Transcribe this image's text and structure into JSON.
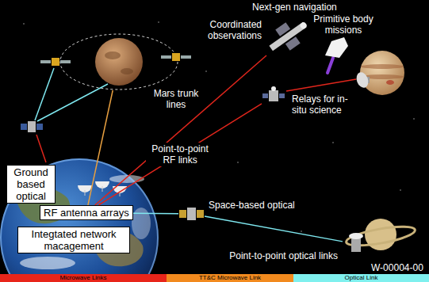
{
  "diagram": {
    "nodes": [
      {
        "text": [
          "Mars trunk lines"
        ]
      },
      {
        "text": [
          "Coordinated observations"
        ]
      },
      {
        "text": [
          "Primitive body missions"
        ]
      },
      {
        "text": [
          "Relays for in-situ science"
        ]
      },
      {
        "text": [
          "Ground based optical"
        ]
      },
      {
        "text": [
          "RF antenna arrays"
        ]
      },
      {
        "text": [
          "Integtated network macagement"
        ]
      },
      {
        "text": [
          "Space-based optical"
        ]
      },
      {
        "text": [
          "Point-to-point optical links"
        ]
      }
    ],
    "edges": [
      {
        "from": 5,
        "to": 0,
        "arrow": "none"
      },
      {
        "from": 5,
        "to": 1,
        "arrow": "none"
      },
      {
        "from": 5,
        "to": 3,
        "arrow": "none",
        "label": "Point-to-point RF links"
      },
      {
        "from": 5,
        "to": 7,
        "arrow": "none"
      },
      {
        "from": 7,
        "to": 8,
        "arrow": "none"
      }
    ],
    "labels": [
      "Next-gen navigation",
      "W-00004-00"
    ],
    "legend": [
      {
        "text": "Microwave Links",
        "color": "#e8251a"
      },
      {
        "text": "TT&C Microwave Link",
        "color": "#f28a1e"
      },
      {
        "text": "Optical Link",
        "color": "#7ff0ee"
      }
    ]
  }
}
